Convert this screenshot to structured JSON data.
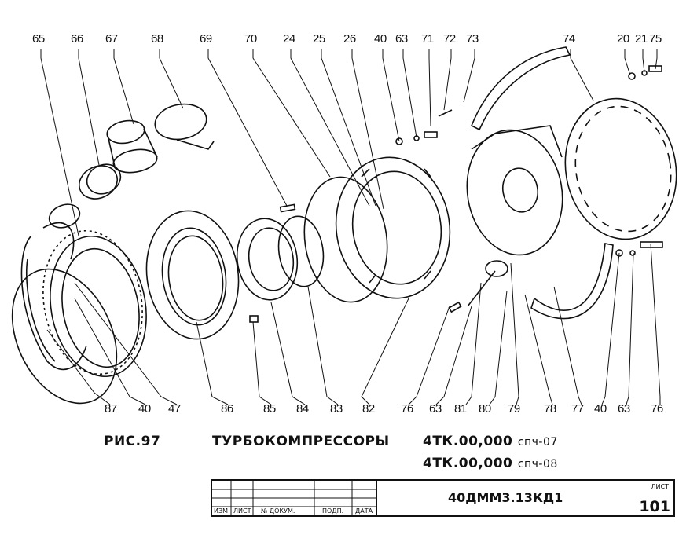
{
  "figure": {
    "label": "РИС.97",
    "title": "ТУРБОКОМПРЕССОРЫ",
    "models": [
      {
        "code": "4ТК.00,000",
        "suffix": "спч-07"
      },
      {
        "code": "4ТК.00,000",
        "suffix": "спч-08"
      }
    ]
  },
  "part_labels_top": [
    "65",
    "66",
    "67",
    "68",
    "69",
    "70",
    "24",
    "25",
    "26",
    "40",
    "63",
    "71",
    "72",
    "73",
    "74",
    "20",
    "21",
    "75"
  ],
  "part_labels_bottom": [
    "87",
    "40",
    "47",
    "86",
    "85",
    "84",
    "83",
    "82",
    "76",
    "63",
    "81",
    "80",
    "79",
    "78",
    "77",
    "40",
    "63",
    "76"
  ],
  "stamp": {
    "columns": [
      "ИЗМ",
      "ЛИСТ",
      "№ ДОКУМ.",
      "ПОДП.",
      "ДАТА"
    ],
    "document_code": "40ДММ3.13КД1",
    "sheet_title": "ЛИСТ",
    "sheet_number": "101"
  }
}
